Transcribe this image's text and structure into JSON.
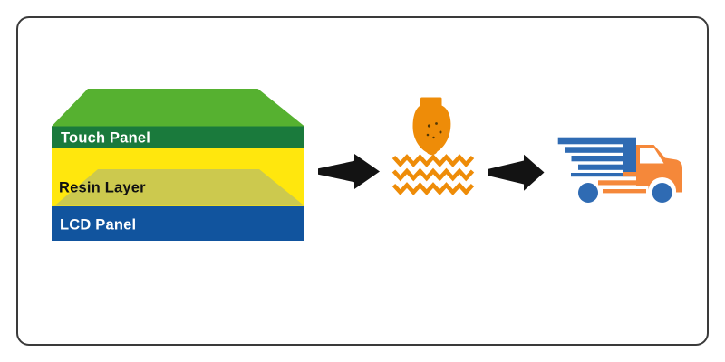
{
  "frame": {
    "background_color": "#ffffff",
    "border_color": "#3a3a3a"
  },
  "stack": {
    "layers": [
      {
        "id": "touch-panel",
        "label": "Touch Panel",
        "top_color": "#56b130",
        "face_color": "#1a7a3c",
        "label_color": "#ffffff"
      },
      {
        "id": "resin-layer",
        "label": "Resin Layer",
        "face_color": "#ffe70d",
        "fill_color": "#ccc94e",
        "label_color": "#111111"
      },
      {
        "id": "lcd-panel",
        "label": "LCD Panel",
        "face_color": "#11549e",
        "label_color": "#ffffff"
      }
    ]
  },
  "process": {
    "arrow_color": "#131313",
    "curing": {
      "icon": "flame-over-heat-waves",
      "color": "#ee8c08",
      "detail_color": "#3b2b05"
    },
    "shipping": {
      "icon": "delivery-truck",
      "body_color": "#2f6bb3",
      "accent_color": "#f5883a"
    }
  }
}
